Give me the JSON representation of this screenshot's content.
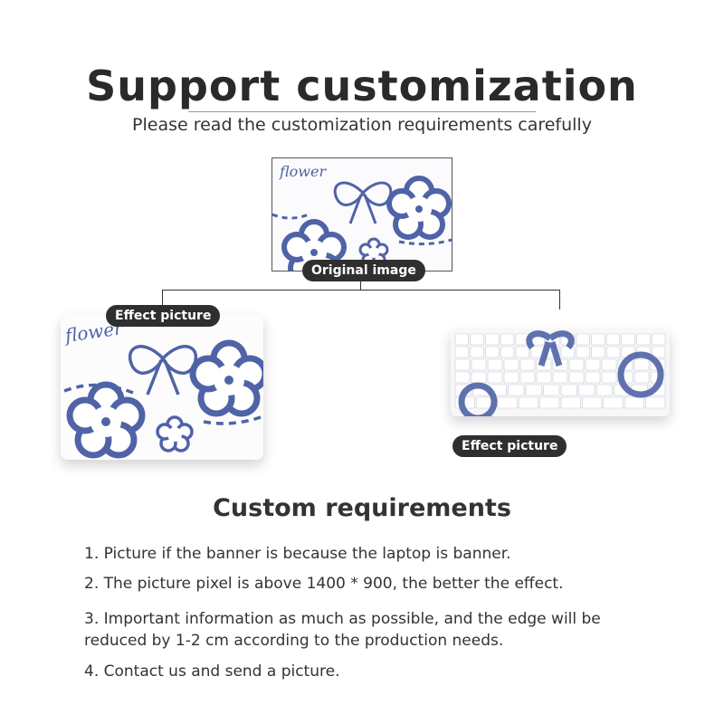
{
  "header": {
    "title": "Support customization",
    "subtitle": "Please read the customization requirements carefully"
  },
  "diagram": {
    "original_label": "Original image",
    "effect_left_label": "Effect picture",
    "effect_right_label": "Effect picture",
    "artwork_text": "flower"
  },
  "requirements": {
    "heading": "Custom requirements",
    "items": [
      "1. Picture if the banner is because the laptop is banner.",
      "2. The picture pixel is above 1400 * 900, the better the effect.",
      "3. Important information as much as possible, and the edge will be reduced by 1-2 cm according to the production needs.",
      "4. Contact us and send a picture."
    ]
  },
  "colors": {
    "flower_blue": "#4f63a6",
    "pill_bg": "#2f2f2f",
    "text": "#333333"
  }
}
